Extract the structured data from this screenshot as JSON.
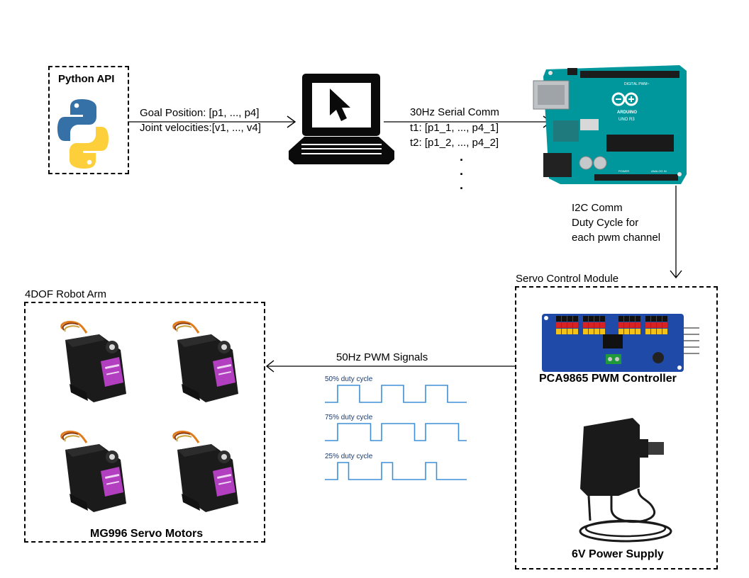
{
  "python": {
    "title": "Python API"
  },
  "laptop_link": {
    "line1": "Goal Position: [p1, ..., p4]",
    "line2": "Joint velocities:[v1, ..., v4]"
  },
  "serial_link": {
    "title": "30Hz Serial Comm",
    "line1": "t1: [p1_1, ..., p4_1]",
    "line2": "t2: [p1_2, ..., p4_2]",
    "ellipsis": [
      "·",
      "·",
      "·"
    ]
  },
  "arduino": {
    "board_text": [
      "DIGITAL PWM~",
      "ARDUINO",
      "UNO R3",
      "ANALOG IN",
      "POWER"
    ]
  },
  "i2c_link": {
    "line1": "I2C Comm",
    "line2": "Duty Cycle for",
    "line3": "each pwm channel"
  },
  "servo_module": {
    "title": "Servo Control Module",
    "controller_label": "PCA9865 PWM Controller",
    "power_label": "6V Power Supply"
  },
  "pwm_link": {
    "title": "50Hz PWM Signals",
    "waveforms": [
      {
        "label": "50% duty cycle",
        "duty": 0.5
      },
      {
        "label": "75% duty cycle",
        "duty": 0.75
      },
      {
        "label": "25% duty cycle",
        "duty": 0.25
      }
    ]
  },
  "robot_arm": {
    "title": "4DOF Robot Arm",
    "caption": "MG996 Servo Motors"
  },
  "colors": {
    "python_blue": "#3571a6",
    "python_yellow": "#fdcf3b",
    "arduino_teal": "#00979c",
    "pca_blue": "#1f4aa8",
    "servo_purple": "#b23fbf",
    "wave_blue": "#3d8fd6"
  },
  "icons": [
    "python-logo-icon",
    "laptop-icon",
    "cursor-icon",
    "arduino-board-icon",
    "pwm-controller-icon",
    "power-adapter-icon",
    "servo-motor-icon"
  ]
}
